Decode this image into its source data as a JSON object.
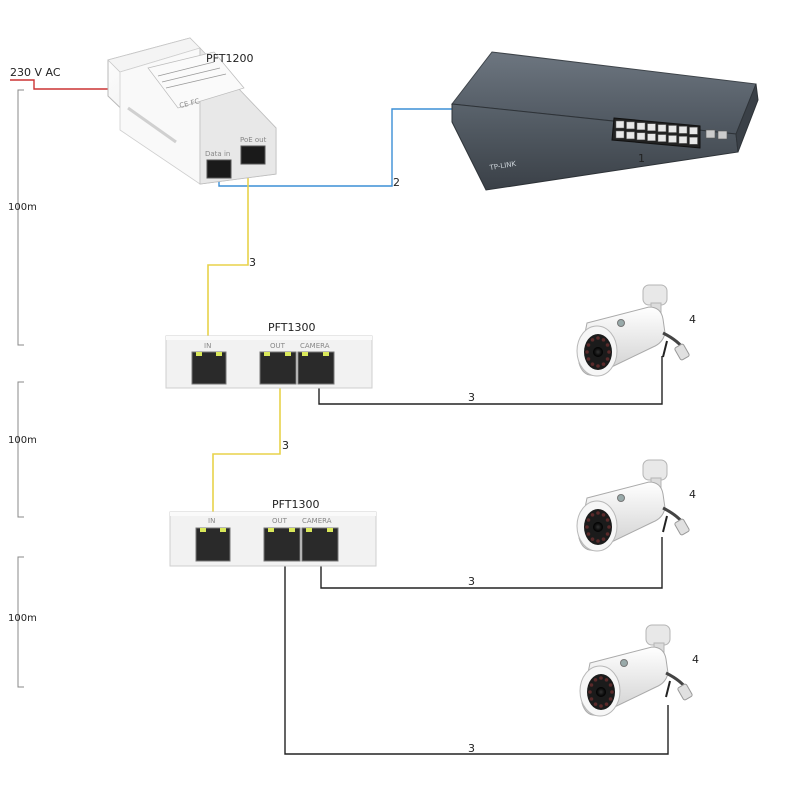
{
  "power": {
    "label": "230 V AC",
    "wire_color": "#cc3333"
  },
  "injector": {
    "model": "PFT1200",
    "port_data_label": "Data in",
    "port_poe_label": "PoE out"
  },
  "switch": {
    "brand": "TP-LINK",
    "callout": "1"
  },
  "links": {
    "uplink_callout": "2",
    "cable_callout": "3",
    "uplink_color": "#3b8fd6",
    "poe_color": "#e8d24a",
    "camera_color": "#222222"
  },
  "extenders": [
    {
      "model": "PFT1300",
      "in_label": "IN",
      "out_label": "OUT",
      "camera_label": "CAMERA"
    },
    {
      "model": "PFT1300",
      "in_label": "IN",
      "out_label": "OUT",
      "camera_label": "CAMERA"
    }
  ],
  "cameras": [
    {
      "callout": "4"
    },
    {
      "callout": "4"
    },
    {
      "callout": "4"
    }
  ],
  "distances": [
    {
      "label": "100m"
    },
    {
      "label": "100m"
    },
    {
      "label": "100m"
    }
  ]
}
